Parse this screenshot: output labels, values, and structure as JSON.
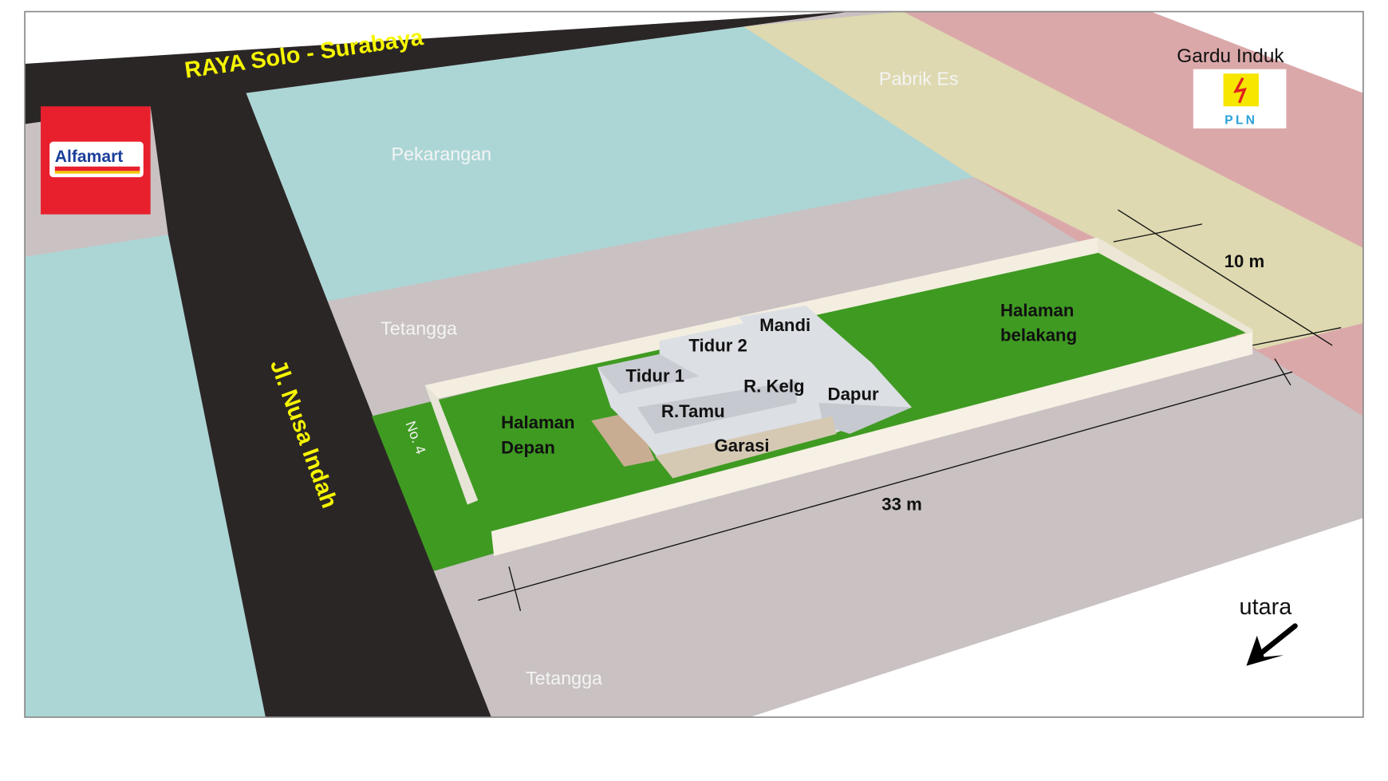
{
  "roads": {
    "main": "RAYA Solo - Surabaya",
    "side": "Jl. Nusa Indah"
  },
  "landmarks": {
    "alfamart_logo": "Alfamart",
    "pln_label": "Gardu Induk",
    "pln_logo": "PLN"
  },
  "areas": {
    "pekarangan": "Pekarangan",
    "pabrik_es": "Pabrik Es",
    "tetangga_top": "Tetangga",
    "tetangga_bottom": "Tetangga"
  },
  "lot": {
    "house_number": "No. 4",
    "halaman_depan": [
      "Halaman",
      "Depan"
    ],
    "halaman_belakang": [
      "Halaman",
      "belakang"
    ],
    "rooms": {
      "tidur1": "Tidur 1",
      "tidur2": "Tidur 2",
      "mandi": "Mandi",
      "r_kelg": "R. Kelg",
      "dapur": "Dapur",
      "r_tamu": "R.Tamu",
      "garasi": "Garasi"
    },
    "dimensions": {
      "length": "33 m",
      "width": "10 m"
    }
  },
  "compass": {
    "label": "utara",
    "icon": "arrow-southwest-icon"
  },
  "colors": {
    "road": "#2b2626",
    "road_text": "#f5f500",
    "neighbor": "#c9c1c2",
    "pekarangan": "#acd6d6",
    "pabrik_es": "#ded9b0",
    "gardu": "#dba8aa",
    "grass": "#3f9a22",
    "alfamart_red": "#e8202e"
  }
}
